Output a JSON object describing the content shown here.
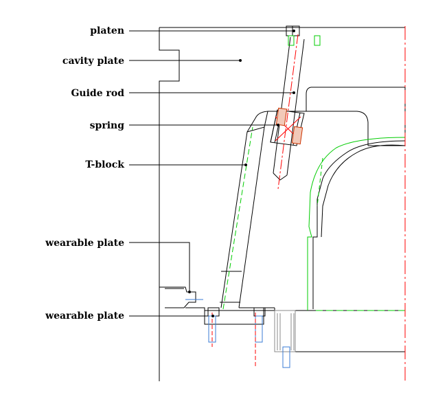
{
  "labels": {
    "platen": "platen",
    "cavity_plate": "cavity plate",
    "guide_rod": "Guide rod",
    "spring": "spring",
    "t_block": "T-block",
    "wearable_plate_1": "wearable plate",
    "wearable_plate_2": "wearable plate"
  },
  "colors": {
    "outline": "#000000",
    "centerline": "#ff0000",
    "hidden_green": "#00cc00",
    "bolt_blue": "#3a7bd5",
    "spring_red": "#cc3300",
    "hatch": "#888888"
  }
}
